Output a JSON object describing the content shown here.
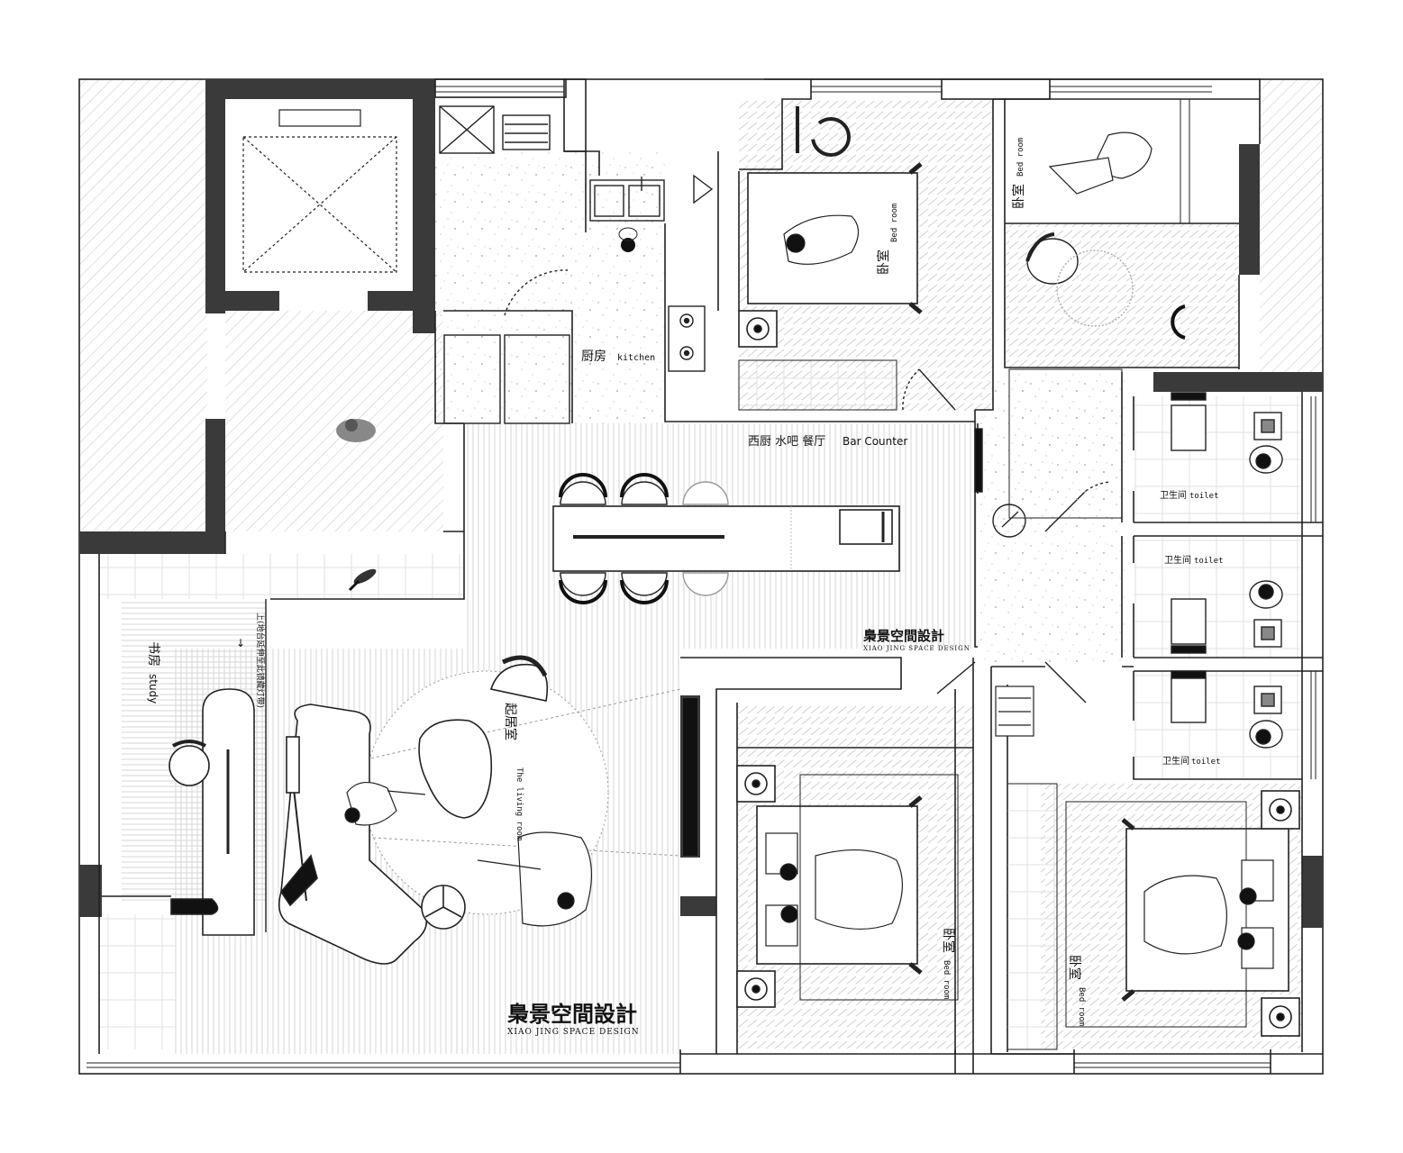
{
  "rooms": {
    "kitchen": {
      "cn": "厨房",
      "en": "kitchen"
    },
    "bar": {
      "cn": "西厨 水吧 餐厅",
      "en": "Bar Counter"
    },
    "living": {
      "cn": "起居室",
      "en": "The living room"
    },
    "study": {
      "cn": "书房",
      "en": "study",
      "note": "上(地台延伸至此镜藏灯带)"
    },
    "bedroom_top_mid": {
      "cn": "卧室",
      "en": "Bed room"
    },
    "bedroom_top_right": {
      "cn": "卧室",
      "en": "Bed room"
    },
    "bedroom_bottom_mid": {
      "cn": "卧室",
      "en": "Bed room"
    },
    "bedroom_bottom_right": {
      "cn": "卧室",
      "en": "Bed room"
    },
    "toilet_1": {
      "cn": "卫生间",
      "en": "toilet"
    },
    "toilet_2": {
      "cn": "卫生间",
      "en": "toilet"
    },
    "toilet_3": {
      "cn": "卫生间",
      "en": "toilet"
    }
  },
  "brand": {
    "name": "梟景空間設計",
    "sub": "XIAO JING SPACE DESIGN"
  },
  "colors": {
    "wall": "#3a3a3a",
    "line": "#222222",
    "hatch": "#bdbdbd"
  }
}
